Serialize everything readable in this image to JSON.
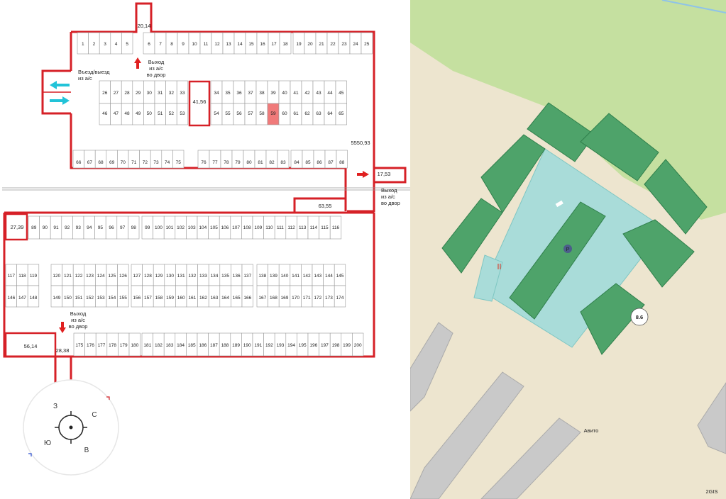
{
  "plan": {
    "areas": [
      "20,14",
      "41,56",
      "5550,93",
      "17,53",
      "63,55",
      "27,39",
      "56,14",
      "28,38"
    ],
    "highlighted_spot": "59",
    "highlight_color": "#f07a7a",
    "wall_color": "#d62027",
    "arrow_color": "#e02020",
    "entry_arrow_color": "#22c3d8",
    "labels": {
      "entry": [
        "Въезд/выезд",
        "из а/с"
      ],
      "exit_top": [
        "Выход",
        "из а/с",
        "во двор"
      ],
      "exit_right": [
        "Выход",
        "из а/с",
        "во двор"
      ],
      "exit_bottom": [
        "Выход",
        "из а/с",
        "во двор"
      ]
    },
    "compass": {
      "north": "С",
      "east": "В",
      "south": "Ю",
      "west": "З"
    }
  },
  "map": {
    "house_number": "8.6",
    "parking_symbol": "P",
    "provider": "2GIS",
    "watermark": "Авито",
    "colors": {
      "ground": "#ede5cf",
      "grass": "#c5e0a0",
      "building_main": "#4ea36a",
      "building_other": "#c9c9c9",
      "courtyard": "#a9dcd9"
    }
  }
}
